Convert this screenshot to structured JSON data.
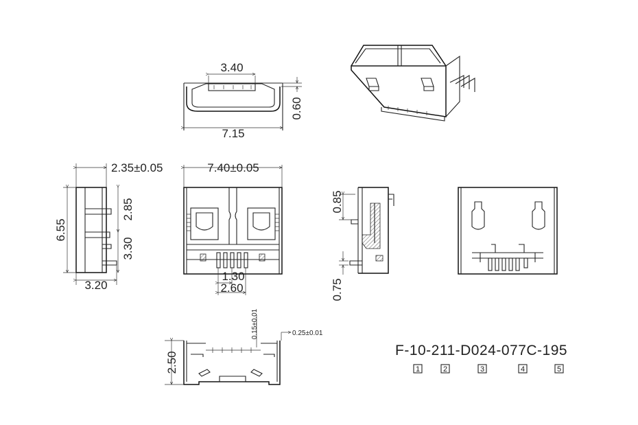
{
  "dimensions": {
    "top_slot_width": "3.40",
    "top_height": "0.60",
    "top_width": "7.15",
    "side_depth": "2.35±0.05",
    "side_length": "6.55",
    "side_upper": "2.85",
    "side_lower": "3.30",
    "side_width": "3.20",
    "front_width": "7.40±0.05",
    "front_pitch": "1.30",
    "front_pin_span": "2.60",
    "section_top": "0.85",
    "section_bottom": "0.75",
    "bottom_pin": "0.15±0.01",
    "bottom_shell": "0.25±0.01",
    "bottom_height": "2.50"
  },
  "part_number": "F-10-211-D024-077C-195",
  "part_fields": [
    "1",
    "2",
    "3",
    "4",
    "5"
  ]
}
